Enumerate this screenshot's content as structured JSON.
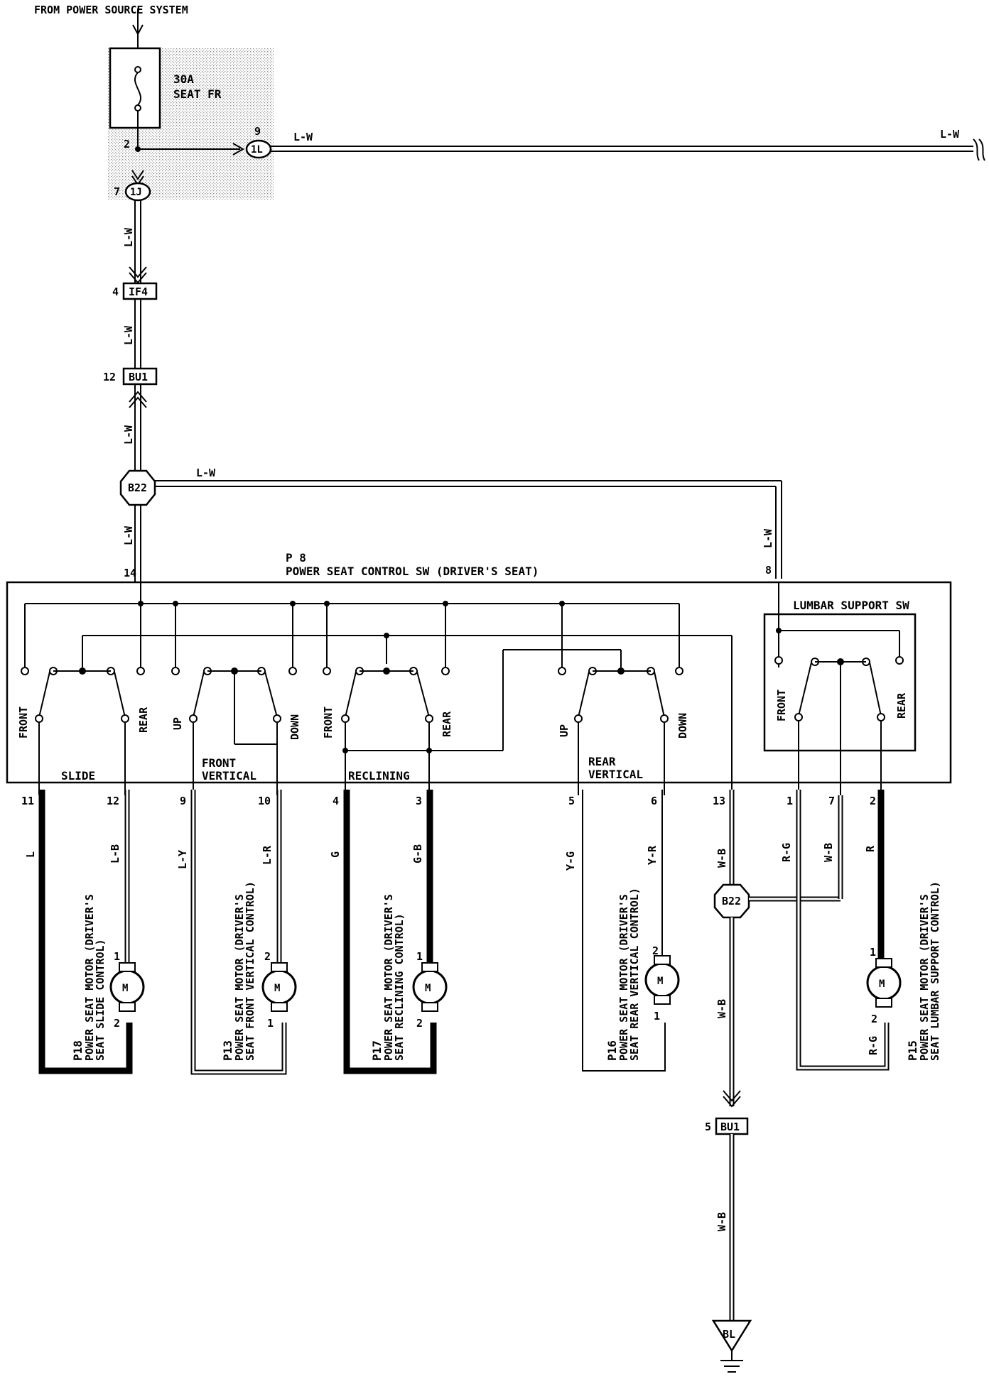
{
  "header": {
    "source_label": "FROM POWER SOURCE SYSTEM"
  },
  "fuse": {
    "rating": "30A",
    "name": "SEAT FR",
    "pin_out": "2"
  },
  "connectors": {
    "c1l": {
      "label": "1L",
      "pin": "9"
    },
    "c1j": {
      "label": "1J",
      "pin": "7"
    },
    "cif4": {
      "label": "IF4",
      "pin": "4"
    },
    "cbu1_top": {
      "label": "BU1",
      "pin": "12"
    },
    "cb22_top": {
      "label": "B22"
    },
    "cb22_bottom": {
      "label": "B22"
    },
    "cbu1_bottom": {
      "label": "BU1",
      "pin": "5"
    },
    "ground": {
      "label": "BL"
    }
  },
  "wires": {
    "lw": "L-W",
    "l": "L",
    "lb": "L-B",
    "ly": "L-Y",
    "lr": "L-R",
    "g": "G",
    "gb": "G-B",
    "yg": "Y-G",
    "yr": "Y-R",
    "wb": "W-B",
    "rg": "R-G",
    "r": "R"
  },
  "switch_block": {
    "code": "P 8",
    "title": "POWER SEAT CONTROL SW (DRIVER'S SEAT)",
    "pin_in_left": "14",
    "pin_in_right": "8",
    "lumbar_title": "LUMBAR SUPPORT SW",
    "sections": {
      "slide": "SLIDE",
      "front_vertical_1": "FRONT",
      "front_vertical_2": "VERTICAL",
      "reclining": "RECLINING",
      "rear_vertical_1": "REAR",
      "rear_vertical_2": "VERTICAL"
    },
    "positions": {
      "front": "FRONT",
      "rear": "REAR",
      "up": "UP",
      "down": "DOWN"
    },
    "pins": [
      "11",
      "12",
      "9",
      "10",
      "4",
      "3",
      "5",
      "6",
      "13",
      "1",
      "7",
      "2"
    ]
  },
  "motors": {
    "symbol": "M",
    "p18": {
      "code": "P18",
      "line1": "POWER SEAT MOTOR (DRIVER'S",
      "line2": "SEAT SLIDE CONTROL)",
      "pin_a": "1",
      "pin_b": "2"
    },
    "p13": {
      "code": "P13",
      "line1": "POWER SEAT MOTOR (DRIVER'S",
      "line2": "SEAT FRONT VERTICAL CONTROL)",
      "pin_a": "2",
      "pin_b": "1"
    },
    "p17": {
      "code": "P17",
      "line1": "POWER SEAT MOTOR (DRIVER'S",
      "line2": "SEAT RECLINING CONTROL)",
      "pin_a": "1",
      "pin_b": "2"
    },
    "p16": {
      "code": "P16",
      "line1": "POWER SEAT MOTOR (DRIVER'S",
      "line2": "SEAT REAR VERTICAL CONTROL)",
      "pin_a": "2",
      "pin_b": "1"
    },
    "p15": {
      "code": "P15",
      "line1": "POWER SEAT MOTOR (DRIVER'S",
      "line2": "SEAT LUMBAR SUPPORT CONTROL)",
      "pin_a": "1",
      "pin_b": "2"
    }
  }
}
